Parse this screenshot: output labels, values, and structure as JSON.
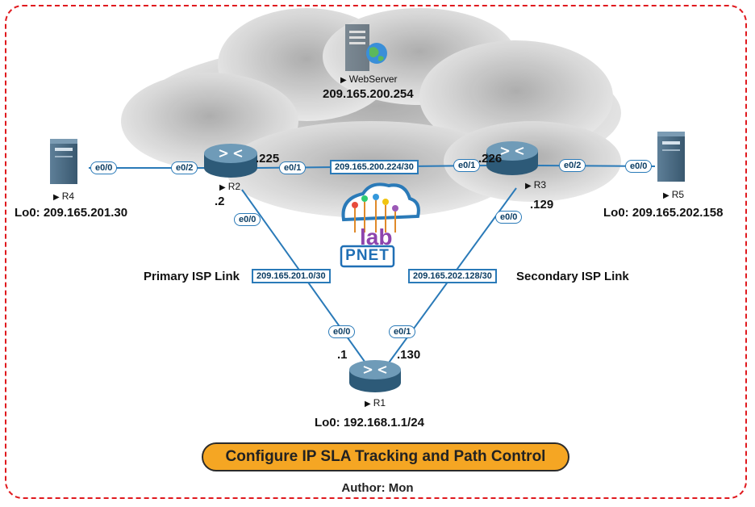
{
  "server": {
    "name": "WebServer",
    "ip": "209.165.200.254"
  },
  "routers": {
    "r1": {
      "name": "R1",
      "loopback": "Lo0: 192.168.1.1/24"
    },
    "r2": {
      "name": "R2"
    },
    "r3": {
      "name": "R3"
    },
    "r4": {
      "name": "R4",
      "loopback": "Lo0: 209.165.201.30"
    },
    "r5": {
      "name": "R5",
      "loopback": "Lo0: 209.165.202.158"
    }
  },
  "interfaces": {
    "r4_e00": "e0/0",
    "r2_e02": "e0/2",
    "r2_e01": "e0/1",
    "r3_e01": "e0/1",
    "r3_e02": "e0/2",
    "r5_e00": "e0/0",
    "r2_e00": "e0/0",
    "r3_e00": "e0/0",
    "r1_e00": "e0/0",
    "r1_e01": "e0/1"
  },
  "hosts": {
    "r2_225": ".225",
    "r3_226": ".226",
    "r2_2": ".2",
    "r3_129": ".129",
    "r1_1": ".1",
    "r1_130": ".130"
  },
  "networks": {
    "r2_r3": "209.165.200.224/30",
    "r1_r2": "209.165.201.0/30",
    "r1_r3": "209.165.202.128/30"
  },
  "links": {
    "primary": "Primary ISP Link",
    "secondary": "Secondary ISP Link"
  },
  "logo": {
    "lab": "lab",
    "pnet": "PNET"
  },
  "title": "Configure IP SLA Tracking and Path Control",
  "author": "Author: Mon",
  "colors": {
    "frame": "#e0191e",
    "title_bg": "#f5a623",
    "link": "#2a7ab8",
    "router": "#3f6f8e"
  }
}
